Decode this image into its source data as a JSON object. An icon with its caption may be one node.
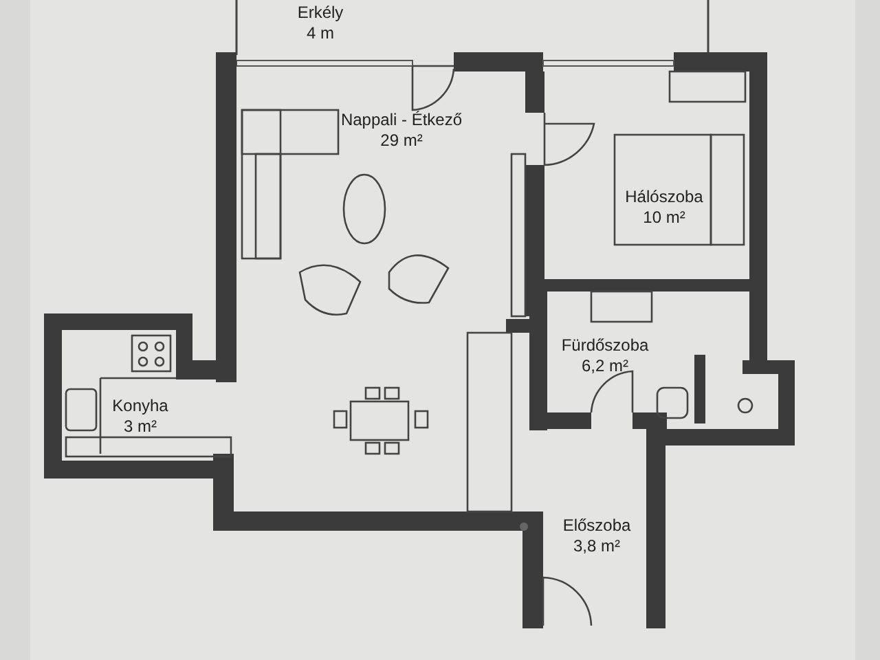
{
  "diagram": {
    "labels": [
      "Erkély 4 m",
      "Nappali - Étkező 29 m²",
      "Hálószoba 10 m²",
      "Fürdőszoba 6,2 m²",
      "Konyha 3 m²",
      "Előszoba 3,8 m²"
    ]
  }
}
